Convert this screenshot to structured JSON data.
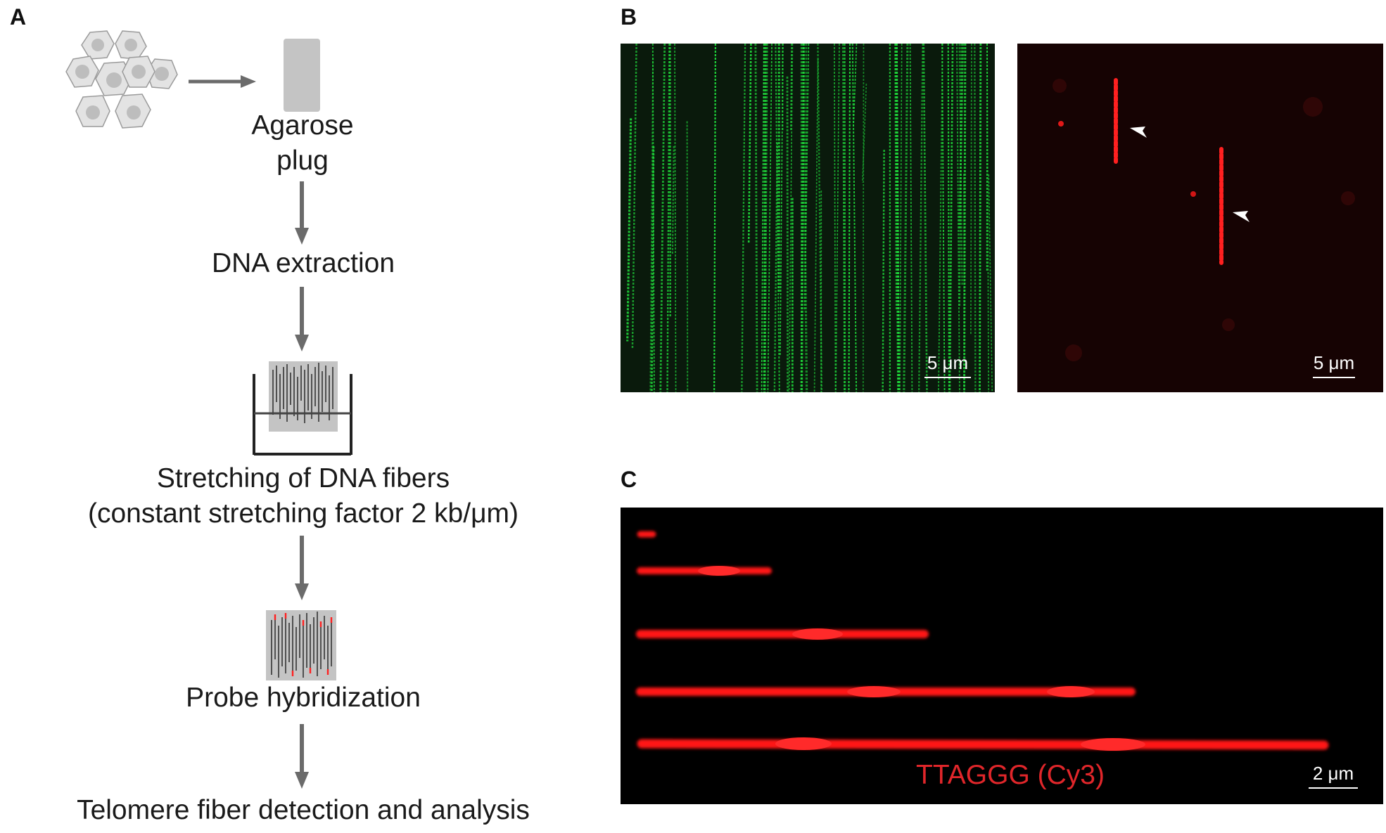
{
  "panels": {
    "a": "A",
    "b": "B",
    "c": "C"
  },
  "workflow": {
    "step_plug": [
      "Agarose",
      "plug"
    ],
    "step_extraction": "DNA extraction",
    "step_stretching": [
      "Stretching of DNA fibers",
      "(constant stretching factor 2 kb/μm)"
    ],
    "step_hybridization": "Probe hybridization",
    "step_detection": "Telomere fiber detection and analysis"
  },
  "panel_b": {
    "left_scale": "5 μm",
    "right_scale": "5 μm"
  },
  "panel_c": {
    "probe_label": "TTAGGG (Cy3)",
    "scale": "2 μm"
  },
  "colors": {
    "green_fiber": "#1fd43a",
    "red_fiber": "#ff1010",
    "probe_label": "#e0262a",
    "arrow": "#6b6b6b",
    "cell_fill": "#e3e3e3",
    "nucleus": "#bdbdbd",
    "plug": "#c4c4c4"
  },
  "icons": [
    "cells-icon",
    "agarose-plug-icon",
    "stretching-chamber-icon",
    "hybridized-slide-icon",
    "arrowhead-icon"
  ]
}
